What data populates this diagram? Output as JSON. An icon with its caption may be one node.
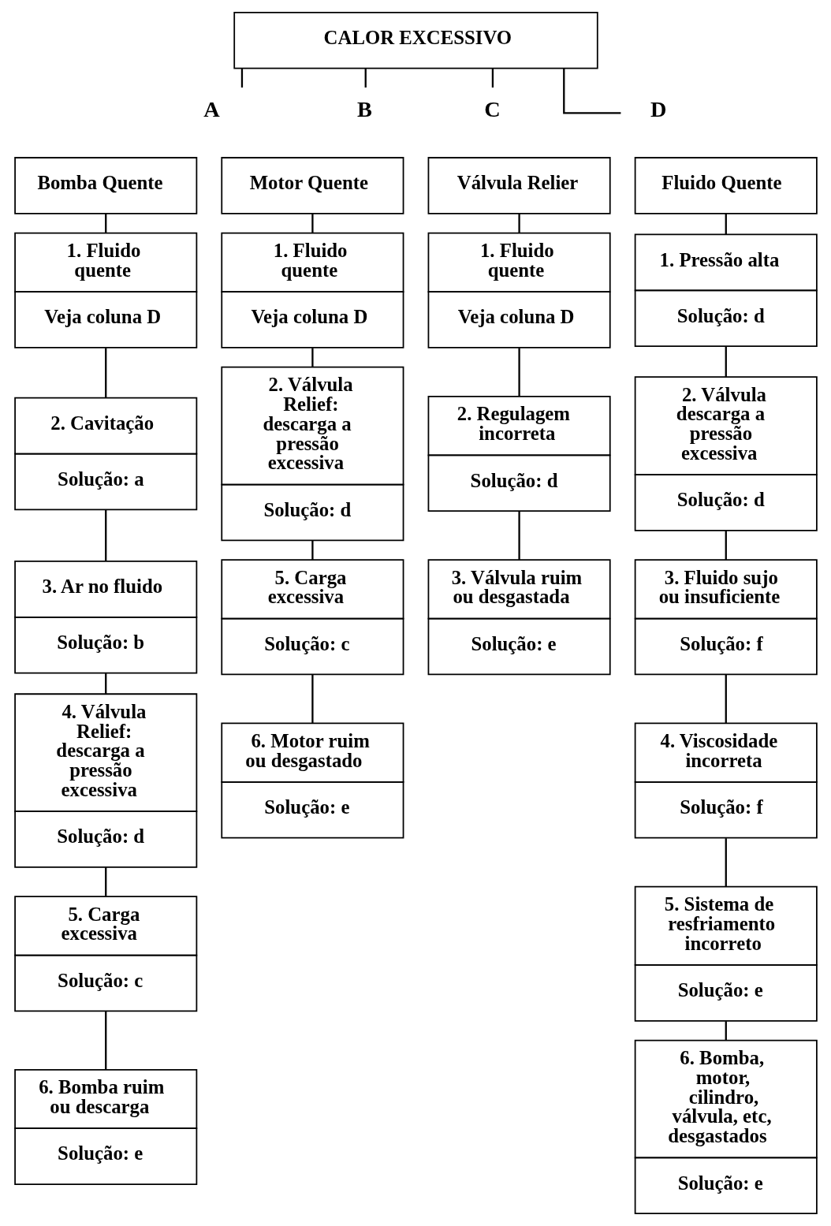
{
  "diagram": {
    "nodes": [
      {
        "text": [
          "CALOR EXCESSIVO"
        ]
      },
      {
        "text": [
          "A"
        ]
      },
      {
        "text": [
          "B"
        ]
      },
      {
        "text": [
          "C"
        ]
      },
      {
        "text": [
          "D"
        ]
      },
      {
        "text": [
          "Bomba Quente"
        ]
      },
      {
        "text": [
          "1. Fluido quente",
          "Veja coluna D"
        ]
      },
      {
        "text": [
          "2. Cavitação",
          "Solução: a"
        ]
      },
      {
        "text": [
          "3. Ar no fluido",
          "Solução: b"
        ]
      },
      {
        "text": [
          "4. Válvula Relief: descarga a pressão excessiva",
          "Solução: d"
        ]
      },
      {
        "text": [
          "5. Carga excessiva",
          "Solução: c"
        ]
      },
      {
        "text": [
          "6. Bomba ruim ou descarga",
          "Solução: e"
        ]
      },
      {
        "text": [
          "Motor Quente"
        ]
      },
      {
        "text": [
          "1. Fluido quente",
          "Veja coluna D"
        ]
      },
      {
        "text": [
          "2. Válvula Relief: descarga a pressão excessiva",
          "Solução: d"
        ]
      },
      {
        "text": [
          "5. Carga excessiva",
          "Solução: c"
        ]
      },
      {
        "text": [
          "6. Motor ruim ou desgastado",
          "Solução: e"
        ]
      },
      {
        "text": [
          "Válvula Relier"
        ]
      },
      {
        "text": [
          "1. Fluido quente",
          "Veja coluna D"
        ]
      },
      {
        "text": [
          "2. Regulagem incorreta",
          "Solução: d"
        ]
      },
      {
        "text": [
          "3. Válvula ruim ou desgastada",
          "Solução: e"
        ]
      },
      {
        "text": [
          "Fluido Quente"
        ]
      },
      {
        "text": [
          "1. Pressão alta",
          "Solução: d"
        ]
      },
      {
        "text": [
          "2. Válvula descarga a pressão excessiva",
          "Solução: d"
        ]
      },
      {
        "text": [
          "3. Fluido sujo ou insuficiente",
          "Solução: f"
        ]
      },
      {
        "text": [
          "4. Viscosidade incorreta",
          "Solução: f"
        ]
      },
      {
        "text": [
          "5. Sistema de resfriamento incorreto",
          "Solução: e"
        ]
      },
      {
        "text": [
          "6. Bomba, motor, cilindro, válvula, etc, desgastados",
          "Solução: e"
        ]
      }
    ],
    "edges": [
      {
        "from": 0,
        "to": 1,
        "arrow": "none"
      },
      {
        "from": 0,
        "to": 2,
        "arrow": "none"
      },
      {
        "from": 0,
        "to": 3,
        "arrow": "none"
      },
      {
        "from": 0,
        "to": 4,
        "arrow": "none"
      },
      {
        "from": 5,
        "to": 6,
        "arrow": "none"
      },
      {
        "from": 6,
        "to": 7,
        "arrow": "none"
      },
      {
        "from": 7,
        "to": 8,
        "arrow": "none"
      },
      {
        "from": 8,
        "to": 9,
        "arrow": "none"
      },
      {
        "from": 9,
        "to": 10,
        "arrow": "none"
      },
      {
        "from": 10,
        "to": 11,
        "arrow": "none"
      },
      {
        "from": 12,
        "to": 13,
        "arrow": "none"
      },
      {
        "from": 13,
        "to": 14,
        "arrow": "none"
      },
      {
        "from": 14,
        "to": 15,
        "arrow": "none"
      },
      {
        "from": 15,
        "to": 16,
        "arrow": "none"
      },
      {
        "from": 17,
        "to": 18,
        "arrow": "none"
      },
      {
        "from": 18,
        "to": 19,
        "arrow": "none"
      },
      {
        "from": 19,
        "to": 20,
        "arrow": "none"
      },
      {
        "from": 21,
        "to": 22,
        "arrow": "none"
      },
      {
        "from": 22,
        "to": 23,
        "arrow": "none"
      },
      {
        "from": 23,
        "to": 24,
        "arrow": "none"
      },
      {
        "from": 24,
        "to": 25,
        "arrow": "none"
      },
      {
        "from": 25,
        "to": 26,
        "arrow": "none"
      },
      {
        "from": 26,
        "to": 27,
        "arrow": "none"
      }
    ]
  }
}
